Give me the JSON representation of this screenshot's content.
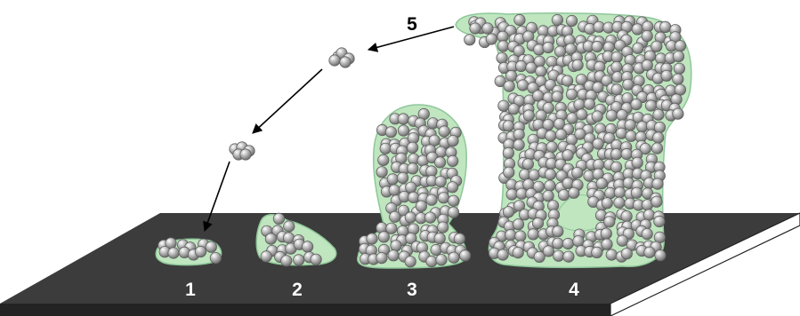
{
  "stage_labels": [
    "1",
    "2",
    "3",
    "4"
  ],
  "arrow_label": "5",
  "colors": {
    "substrate_top": "#3a3a3a",
    "substrate_side": "#262626",
    "matrix": "#bfe6bf",
    "matrix_edge": "#8fc79a",
    "cell": "#a9a9a9",
    "cell_edge": "#6a6a6a",
    "arrow": "#000000"
  },
  "icons": [
    "biofilm-stage-icon",
    "detached-cell-cluster-icon",
    "dispersal-arrow-icon"
  ]
}
